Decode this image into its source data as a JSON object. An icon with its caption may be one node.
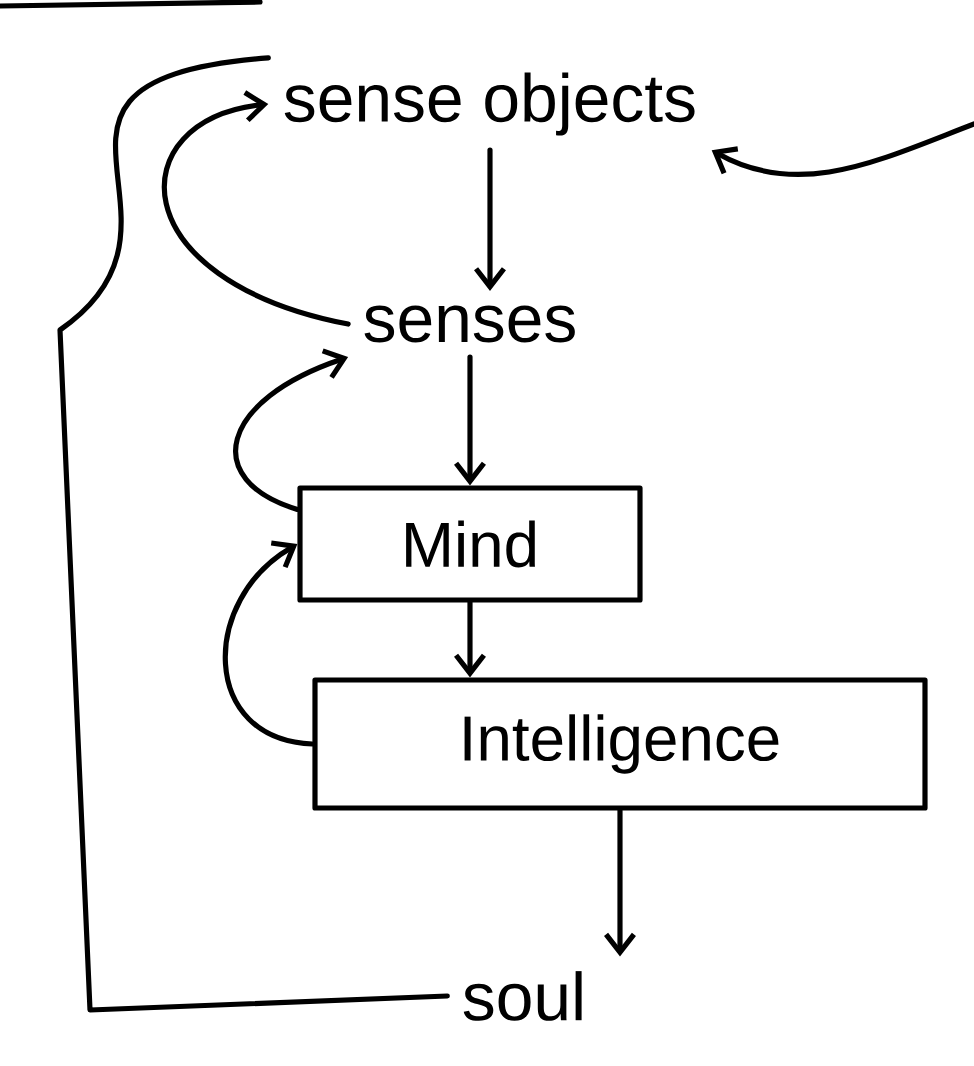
{
  "diagram": {
    "nodes": [
      {
        "text": [
          "sense objects"
        ]
      },
      {
        "text": [
          "senses"
        ]
      },
      {
        "text": [
          "Mind"
        ]
      },
      {
        "text": [
          "Intelligence"
        ]
      },
      {
        "text": [
          "soul"
        ]
      }
    ],
    "edges": [
      {
        "from": 0,
        "to": 1,
        "arrow": "to"
      },
      {
        "from": 1,
        "to": 2,
        "arrow": "to"
      },
      {
        "from": 2,
        "to": 3,
        "arrow": "to"
      },
      {
        "from": 3,
        "to": 4,
        "arrow": "to"
      },
      {
        "from": 1,
        "to": 0,
        "arrow": "to"
      },
      {
        "from": 2,
        "to": 1,
        "arrow": "to"
      },
      {
        "from": 3,
        "to": 2,
        "arrow": "to"
      },
      {
        "from": 4,
        "to": 0,
        "arrow": "none"
      },
      {
        "from": null,
        "to": 0,
        "arrow": "to"
      }
    ]
  }
}
